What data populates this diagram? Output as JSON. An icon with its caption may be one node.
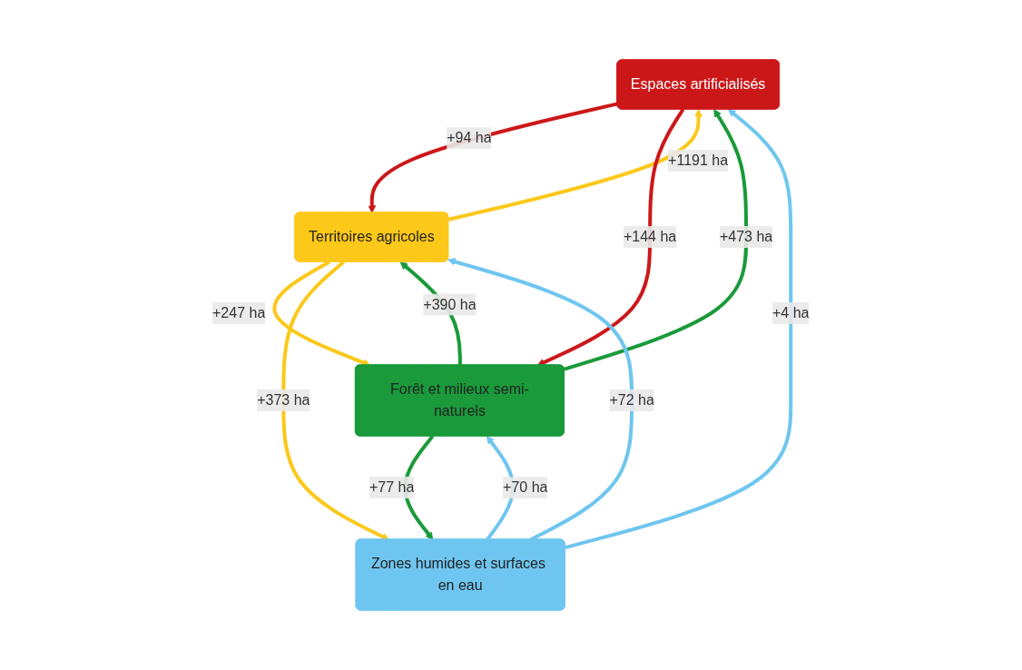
{
  "diagram": {
    "nodes": [
      {
        "text": [
          "Espaces artificialisés"
        ]
      },
      {
        "text": [
          "Territoires agricoles"
        ]
      },
      {
        "text": [
          "Forêt et milieux semi-naturels"
        ]
      },
      {
        "text": [
          "Zones humides et surfaces en eau"
        ]
      }
    ],
    "edges": [
      {
        "from": 1,
        "to": 0,
        "arrow": "to",
        "label": "+1191 ha",
        "color": "#fcc81a"
      },
      {
        "from": 0,
        "to": 1,
        "arrow": "to",
        "label": "+94 ha",
        "color": "#cc1719"
      },
      {
        "from": 3,
        "to": 0,
        "arrow": "to",
        "label": "+4 ha",
        "color": "#6ec6f0"
      },
      {
        "from": 0,
        "to": 2,
        "arrow": "to",
        "label": "+144 ha",
        "color": "#cc1719"
      },
      {
        "from": 2,
        "to": 0,
        "arrow": "to",
        "label": "+473 ha",
        "color": "#1a9a3a"
      },
      {
        "from": 2,
        "to": 1,
        "arrow": "to",
        "label": "+390 ha",
        "color": "#1a9a3a"
      },
      {
        "from": 1,
        "to": 2,
        "arrow": "to",
        "label": "+247 ha",
        "color": "#fcc81a"
      },
      {
        "from": 1,
        "to": 3,
        "arrow": "to",
        "label": "+373 ha",
        "color": "#fcc81a"
      },
      {
        "from": 3,
        "to": 1,
        "arrow": "to",
        "label": "+72 ha",
        "color": "#6ec6f0"
      },
      {
        "from": 3,
        "to": 2,
        "arrow": "to",
        "label": "+70 ha",
        "color": "#6ec6f0"
      },
      {
        "from": 2,
        "to": 3,
        "arrow": "to",
        "label": "+77 ha",
        "color": "#1a9a3a"
      }
    ]
  }
}
